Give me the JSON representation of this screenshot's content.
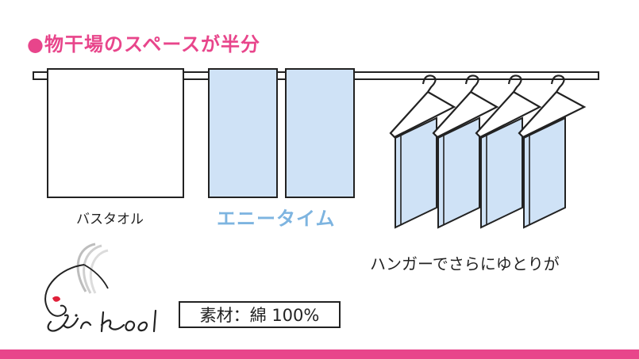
{
  "title": "●物干場のスペースが半分",
  "labels": {
    "bath_towel": "バスタオル",
    "anytime": "エニータイム",
    "hanger": "ハンガーでさらにゆとりが",
    "material": "素材：綿 100%"
  },
  "colors": {
    "accent_pink": "#e8458b",
    "towel_blue": "#cfe2f6",
    "anytime_blue": "#7db4e0",
    "line": "#222222"
  }
}
